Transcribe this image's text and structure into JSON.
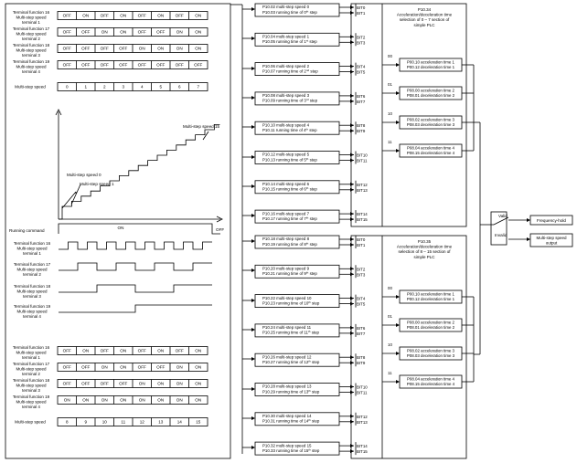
{
  "top_table": {
    "rows": [
      {
        "label": [
          "Terminal function 16",
          "Multi-step speed",
          "terminal 1"
        ],
        "cells": [
          "OFF",
          "ON",
          "OFF",
          "ON",
          "OFF",
          "ON",
          "OFF",
          "ON"
        ]
      },
      {
        "label": [
          "Terminal function 17",
          "Multi-step speed",
          "terminal 2"
        ],
        "cells": [
          "OFF",
          "OFF",
          "ON",
          "ON",
          "OFF",
          "OFF",
          "ON",
          "ON"
        ]
      },
      {
        "label": [
          "Terminal function 18",
          "Multi-step speed",
          "terminal 3"
        ],
        "cells": [
          "OFF",
          "OFF",
          "OFF",
          "OFF",
          "ON",
          "ON",
          "ON",
          "ON"
        ]
      },
      {
        "label": [
          "Terminal function 19",
          "Multi-step speed",
          "terminal 4"
        ],
        "cells": [
          "OFF",
          "OFF",
          "OFF",
          "OFF",
          "OFF",
          "OFF",
          "OFF",
          "OFF"
        ]
      }
    ],
    "speed_label": "Multi-step speed",
    "speeds": [
      "0",
      "1",
      "2",
      "3",
      "4",
      "5",
      "6",
      "7"
    ]
  },
  "bottom_table": {
    "rows": [
      {
        "label": [
          "Terminal function 16",
          "Multi-step speed",
          "terminal 1"
        ],
        "cells": [
          "OFF",
          "ON",
          "OFF",
          "ON",
          "OFF",
          "ON",
          "OFF",
          "ON"
        ]
      },
      {
        "label": [
          "Terminal function 17",
          "Multi-step speed",
          "terminal 2"
        ],
        "cells": [
          "OFF",
          "OFF",
          "ON",
          "ON",
          "OFF",
          "OFF",
          "ON",
          "ON"
        ]
      },
      {
        "label": [
          "Terminal function 18",
          "Multi-step speed",
          "terminal 3"
        ],
        "cells": [
          "OFF",
          "OFF",
          "OFF",
          "OFF",
          "ON",
          "ON",
          "ON",
          "ON"
        ]
      },
      {
        "label": [
          "Terminal function 19",
          "Multi-step speed",
          "terminal 4"
        ],
        "cells": [
          "ON",
          "ON",
          "ON",
          "ON",
          "ON",
          "ON",
          "ON",
          "ON"
        ]
      }
    ],
    "speed_label": "Multi-step speed",
    "speeds": [
      "8",
      "9",
      "10",
      "11",
      "12",
      "13",
      "14",
      "15"
    ]
  },
  "speed_graph": {
    "label_top": "Multi-step speed 15",
    "label_zero": "Multi-step speed 0",
    "label_one": "Multi-step speed 1"
  },
  "timing": {
    "run_label": "Running command",
    "on": "ON",
    "off": "OFF",
    "signals": [
      {
        "label": [
          "Terminal function 16",
          "Multi-step speed",
          "terminal 1"
        ]
      },
      {
        "label": [
          "Terminal function 17",
          "Multi-step speed",
          "terminal 2"
        ]
      },
      {
        "label": [
          "Terminal function 18",
          "Multi-step speed",
          "terminal 3"
        ]
      },
      {
        "label": [
          "Terminal function 19",
          "Multi-step speed",
          "terminal 4"
        ]
      }
    ]
  },
  "steps_top": [
    {
      "l1": "P10.02 multi-step speed 0",
      "l2pre": "P10.03 running time of 0",
      "sup": "th",
      "l2post": " step",
      "bitA": "BIT0",
      "bitB": "BIT1"
    },
    {
      "l1": "P10.04 multi-step speed 1",
      "l2pre": "P10.05 running time of 1",
      "sup": "st",
      "l2post": " step",
      "bitA": "BIT2",
      "bitB": "BIT3"
    },
    {
      "l1": "P10.06 multi-step speed 2",
      "l2pre": "P10.07 running time of 2",
      "sup": "nd",
      "l2post": " step",
      "bitA": "BIT4",
      "bitB": "BIT5"
    },
    {
      "l1": "P10.08 multi-step speed 3",
      "l2pre": "P10.09 running time of 3",
      "sup": "rd",
      "l2post": " step",
      "bitA": "BIT6",
      "bitB": "BIT7"
    },
    {
      "l1": "P10.10 multi-step speed 4",
      "l2pre": "P10.11 running time of 4",
      "sup": "th",
      "l2post": " step",
      "bitA": "BIT8",
      "bitB": "BIT9"
    },
    {
      "l1": "P10.12 multi-step speed 5",
      "l2pre": "P10.13 running time of 5",
      "sup": "th",
      "l2post": " step",
      "bitA": "BIT10",
      "bitB": "BIT11"
    },
    {
      "l1": "P10.14 multi-step speed 6",
      "l2pre": "P10.15 running time of 6",
      "sup": "th",
      "l2post": " step",
      "bitA": "BIT12",
      "bitB": "BIT13"
    },
    {
      "l1": "P10.16 multi-step speed 7",
      "l2pre": "P10.17 running time of 7",
      "sup": "th",
      "l2post": " step",
      "bitA": "BIT14",
      "bitB": "BIT15"
    }
  ],
  "steps_bottom": [
    {
      "l1": "P10.18 multi-step speed 8",
      "l2pre": "P10.19 running time of 8",
      "sup": "th",
      "l2post": " step",
      "bitA": "BIT0",
      "bitB": "BIT1"
    },
    {
      "l1": "P10.20 multi-step speed 9",
      "l2pre": "P10.21 running time of 9",
      "sup": "th",
      "l2post": " step",
      "bitA": "BIT2",
      "bitB": "BIT3"
    },
    {
      "l1": "P10.22 multi-step speed 10",
      "l2pre": "P10.23 running time of 10",
      "sup": "th",
      "l2post": " step",
      "bitA": "BIT4",
      "bitB": "BIT5"
    },
    {
      "l1": "P10.24 multi-step speed 11",
      "l2pre": "P10.25 running time of 11",
      "sup": "th",
      "l2post": " step",
      "bitA": "BIT6",
      "bitB": "BIT7"
    },
    {
      "l1": "P10.26 multi-step speed 12",
      "l2pre": "P10.27 running time of 12",
      "sup": "th",
      "l2post": " step",
      "bitA": "BIT8",
      "bitB": "BIT9"
    },
    {
      "l1": "P10.28 multi-step speed 13",
      "l2pre": "P10.29 running time of 13",
      "sup": "th",
      "l2post": " step",
      "bitA": "BIT10",
      "bitB": "BIT11"
    },
    {
      "l1": "P10.30 multi-step speed 14",
      "l2pre": "P10.31 running time of 14",
      "sup": "th",
      "l2post": " step",
      "bitA": "BIT12",
      "bitB": "BIT13"
    },
    {
      "l1": "P10.32 multi-step speed 15",
      "l2pre": "P10.33 running time of 15",
      "sup": "th",
      "l2post": " step",
      "bitA": "BIT14",
      "bitB": "BIT15"
    }
  ],
  "group_top": {
    "title": [
      "P10.34",
      "Acceleration/deceleration time",
      "selection of 0 – 7 section of",
      "simple PLC"
    ]
  },
  "group_bottom": {
    "title": [
      "P10.35",
      "Acceleration/deceleration time",
      "selection of 8 – 15 section of",
      "simple PLC"
    ]
  },
  "accel": [
    {
      "code": "00",
      "l1": "P00.10 acceleration time 1",
      "l2": "P00.12 deceleration time 1"
    },
    {
      "code": "01",
      "l1": "P08.00 acceleration time 2",
      "l2": "P08.01 deceleration time 2"
    },
    {
      "code": "10",
      "l1": "P08.02 acceleration time 3",
      "l2": "P08.03 deceleration time 3"
    },
    {
      "code": "11",
      "l1": "P08.04 acceleration time 4",
      "l2": "P08.15 deceleration time 4"
    }
  ],
  "switch": {
    "valid": "Valid",
    "invalid": "Invalid",
    "freq": "Frequency-hold",
    "mso": [
      "Multi-step speed",
      "output"
    ]
  }
}
